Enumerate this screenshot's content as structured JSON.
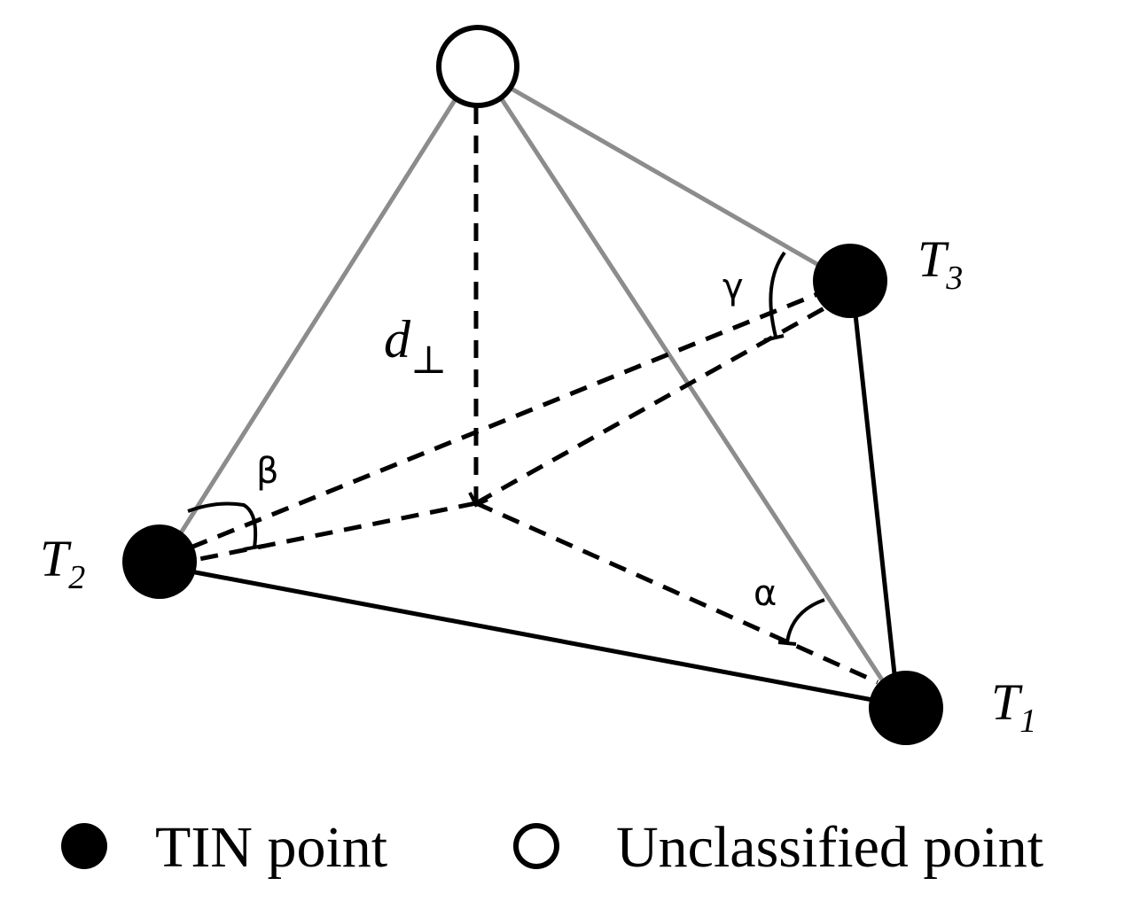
{
  "points": {
    "unclassified": {
      "label": ""
    },
    "t1": {
      "label_main": "T",
      "label_sub": "1"
    },
    "t2": {
      "label_main": "T",
      "label_sub": "2"
    },
    "t3": {
      "label_main": "T",
      "label_sub": "3"
    }
  },
  "distance_label": {
    "main": "d",
    "sub": "⊥"
  },
  "angles": {
    "alpha": "α",
    "beta": "β",
    "gamma": "γ"
  },
  "legend": {
    "tin_point_label": "TIN point",
    "unclassified_point_label": "Unclassified point"
  },
  "colors": {
    "upper_edges": "#8c8c8c",
    "base_edges": "#000000",
    "tin_point_fill": "#000000",
    "unclassified_point_fill": "#ffffff"
  }
}
